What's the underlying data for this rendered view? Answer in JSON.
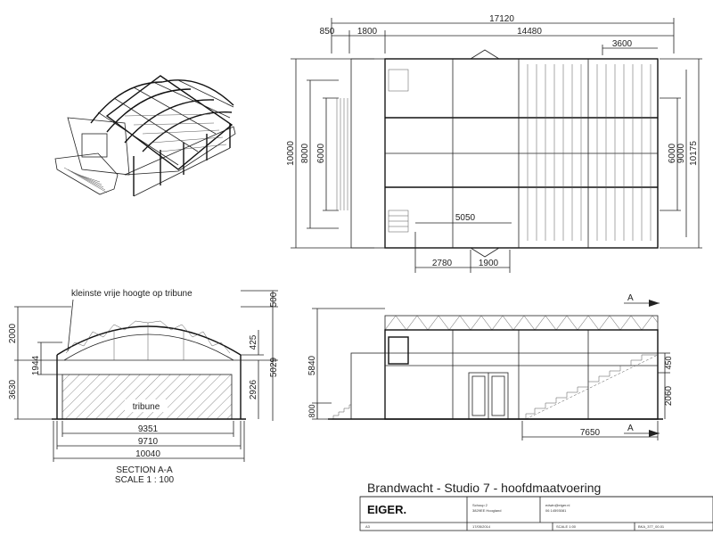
{
  "plan_view": {
    "dims_top": {
      "overall": "17120",
      "left_margin": "850",
      "left_bay": "1800",
      "main": "14480",
      "right_section": "3600"
    },
    "dims_left": {
      "overall": "10000",
      "inner": "8000",
      "core": "6000"
    },
    "dims_right": {
      "core": "6000",
      "inner": "9000",
      "overall": "10175"
    },
    "dims_inner": {
      "stair_offset": "5050"
    },
    "dims_bottom": {
      "left": "2780",
      "right": "1900"
    }
  },
  "section_aa": {
    "annotation": "kleinste vrije hoogte op tribune",
    "tribune_label": "tribune",
    "dims_left": {
      "arch_rise": "2000",
      "total": "3630",
      "wall": "1944"
    },
    "dims_right": {
      "top": "500",
      "arch": "425",
      "clear": "2926",
      "total": "5029"
    },
    "dims_bottom": {
      "inner": "9351",
      "middle": "9710",
      "outer": "10040"
    },
    "caption_title": "SECTION A-A",
    "caption_scale": "SCALE 1 : 100"
  },
  "elevation": {
    "section_marker": "A",
    "dims_left": {
      "height": "5840",
      "base": "800"
    },
    "dims_right": {
      "top": "450",
      "lower": "2060"
    },
    "dims_bottom": {
      "run": "7650"
    }
  },
  "title_block": {
    "title": "Brandwacht - Studio 7 - hoofdmaatvoering",
    "logo": "EIGER.",
    "address_line1": "Schoup 2",
    "address_line2": "3829EE Hoogland",
    "email": "edwin@eiger.nl",
    "phone": "06 14593081",
    "paper": "A3",
    "date": "17/05/2014",
    "scale": "SCALE 1:00",
    "drawing_no": "BKA_377_00.01"
  }
}
